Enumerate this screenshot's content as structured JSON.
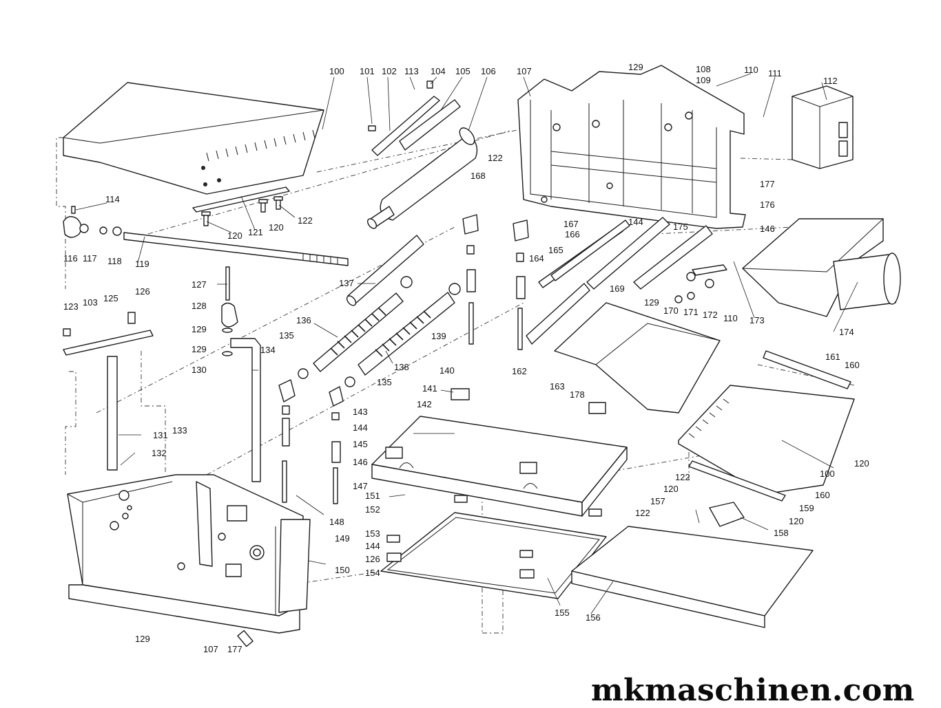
{
  "watermark": "mkmaschinen.com",
  "labels": [
    {
      "id": "100a",
      "text": "100"
    },
    {
      "id": "101",
      "text": "101"
    },
    {
      "id": "102",
      "text": "102"
    },
    {
      "id": "113",
      "text": "113"
    },
    {
      "id": "104",
      "text": "104"
    },
    {
      "id": "105",
      "text": "105"
    },
    {
      "id": "106",
      "text": "106"
    },
    {
      "id": "107a",
      "text": "107"
    },
    {
      "id": "129a",
      "text": "129"
    },
    {
      "id": "108",
      "text": "108"
    },
    {
      "id": "109",
      "text": "109"
    },
    {
      "id": "110a",
      "text": "110"
    },
    {
      "id": "111",
      "text": "111"
    },
    {
      "id": "112",
      "text": "112"
    },
    {
      "id": "114",
      "text": "114"
    },
    {
      "id": "116",
      "text": "116"
    },
    {
      "id": "117",
      "text": "117"
    },
    {
      "id": "118",
      "text": "118"
    },
    {
      "id": "119",
      "text": "119"
    },
    {
      "id": "120a",
      "text": "120"
    },
    {
      "id": "121",
      "text": "121"
    },
    {
      "id": "120b",
      "text": "120"
    },
    {
      "id": "122a",
      "text": "122"
    },
    {
      "id": "122b",
      "text": "122"
    },
    {
      "id": "168",
      "text": "168"
    },
    {
      "id": "177a",
      "text": "177"
    },
    {
      "id": "176",
      "text": "176"
    },
    {
      "id": "167",
      "text": "167"
    },
    {
      "id": "144a",
      "text": "144"
    },
    {
      "id": "175",
      "text": "175"
    },
    {
      "id": "146a",
      "text": "146"
    },
    {
      "id": "166",
      "text": "166"
    },
    {
      "id": "165",
      "text": "165"
    },
    {
      "id": "164",
      "text": "164"
    },
    {
      "id": "169",
      "text": "169"
    },
    {
      "id": "129b",
      "text": "129"
    },
    {
      "id": "170",
      "text": "170"
    },
    {
      "id": "171",
      "text": "171"
    },
    {
      "id": "172",
      "text": "172"
    },
    {
      "id": "110b",
      "text": "110"
    },
    {
      "id": "173",
      "text": "173"
    },
    {
      "id": "174",
      "text": "174"
    },
    {
      "id": "123",
      "text": "123"
    },
    {
      "id": "103",
      "text": "103"
    },
    {
      "id": "125",
      "text": "125"
    },
    {
      "id": "126a",
      "text": "126"
    },
    {
      "id": "127",
      "text": "127"
    },
    {
      "id": "128",
      "text": "128"
    },
    {
      "id": "129c",
      "text": "129"
    },
    {
      "id": "129d",
      "text": "129"
    },
    {
      "id": "130",
      "text": "130"
    },
    {
      "id": "137",
      "text": "137"
    },
    {
      "id": "136",
      "text": "136"
    },
    {
      "id": "139",
      "text": "139"
    },
    {
      "id": "135a",
      "text": "135"
    },
    {
      "id": "134",
      "text": "134"
    },
    {
      "id": "138",
      "text": "138"
    },
    {
      "id": "135b",
      "text": "135"
    },
    {
      "id": "162",
      "text": "162"
    },
    {
      "id": "163",
      "text": "163"
    },
    {
      "id": "178",
      "text": "178"
    },
    {
      "id": "140",
      "text": "140"
    },
    {
      "id": "141",
      "text": "141"
    },
    {
      "id": "142",
      "text": "142"
    },
    {
      "id": "143",
      "text": "143"
    },
    {
      "id": "144b",
      "text": "144"
    },
    {
      "id": "145",
      "text": "145"
    },
    {
      "id": "146b",
      "text": "146"
    },
    {
      "id": "147",
      "text": "147"
    },
    {
      "id": "131",
      "text": "131"
    },
    {
      "id": "133",
      "text": "133"
    },
    {
      "id": "132",
      "text": "132"
    },
    {
      "id": "148",
      "text": "148"
    },
    {
      "id": "149",
      "text": "149"
    },
    {
      "id": "150",
      "text": "150"
    },
    {
      "id": "151",
      "text": "151"
    },
    {
      "id": "152",
      "text": "152"
    },
    {
      "id": "153",
      "text": "153"
    },
    {
      "id": "144c",
      "text": "144"
    },
    {
      "id": "126b",
      "text": "126"
    },
    {
      "id": "154",
      "text": "154"
    },
    {
      "id": "155",
      "text": "155"
    },
    {
      "id": "156",
      "text": "156"
    },
    {
      "id": "161",
      "text": "161"
    },
    {
      "id": "160a",
      "text": "160"
    },
    {
      "id": "120c",
      "text": "120"
    },
    {
      "id": "100b",
      "text": "100"
    },
    {
      "id": "122c",
      "text": "122"
    },
    {
      "id": "120d",
      "text": "120"
    },
    {
      "id": "160b",
      "text": "160"
    },
    {
      "id": "159",
      "text": "159"
    },
    {
      "id": "157",
      "text": "157"
    },
    {
      "id": "122d",
      "text": "122"
    },
    {
      "id": "120e",
      "text": "120"
    },
    {
      "id": "158",
      "text": "158"
    },
    {
      "id": "129e",
      "text": "129"
    },
    {
      "id": "107b",
      "text": "107"
    },
    {
      "id": "177b",
      "text": "177"
    }
  ]
}
